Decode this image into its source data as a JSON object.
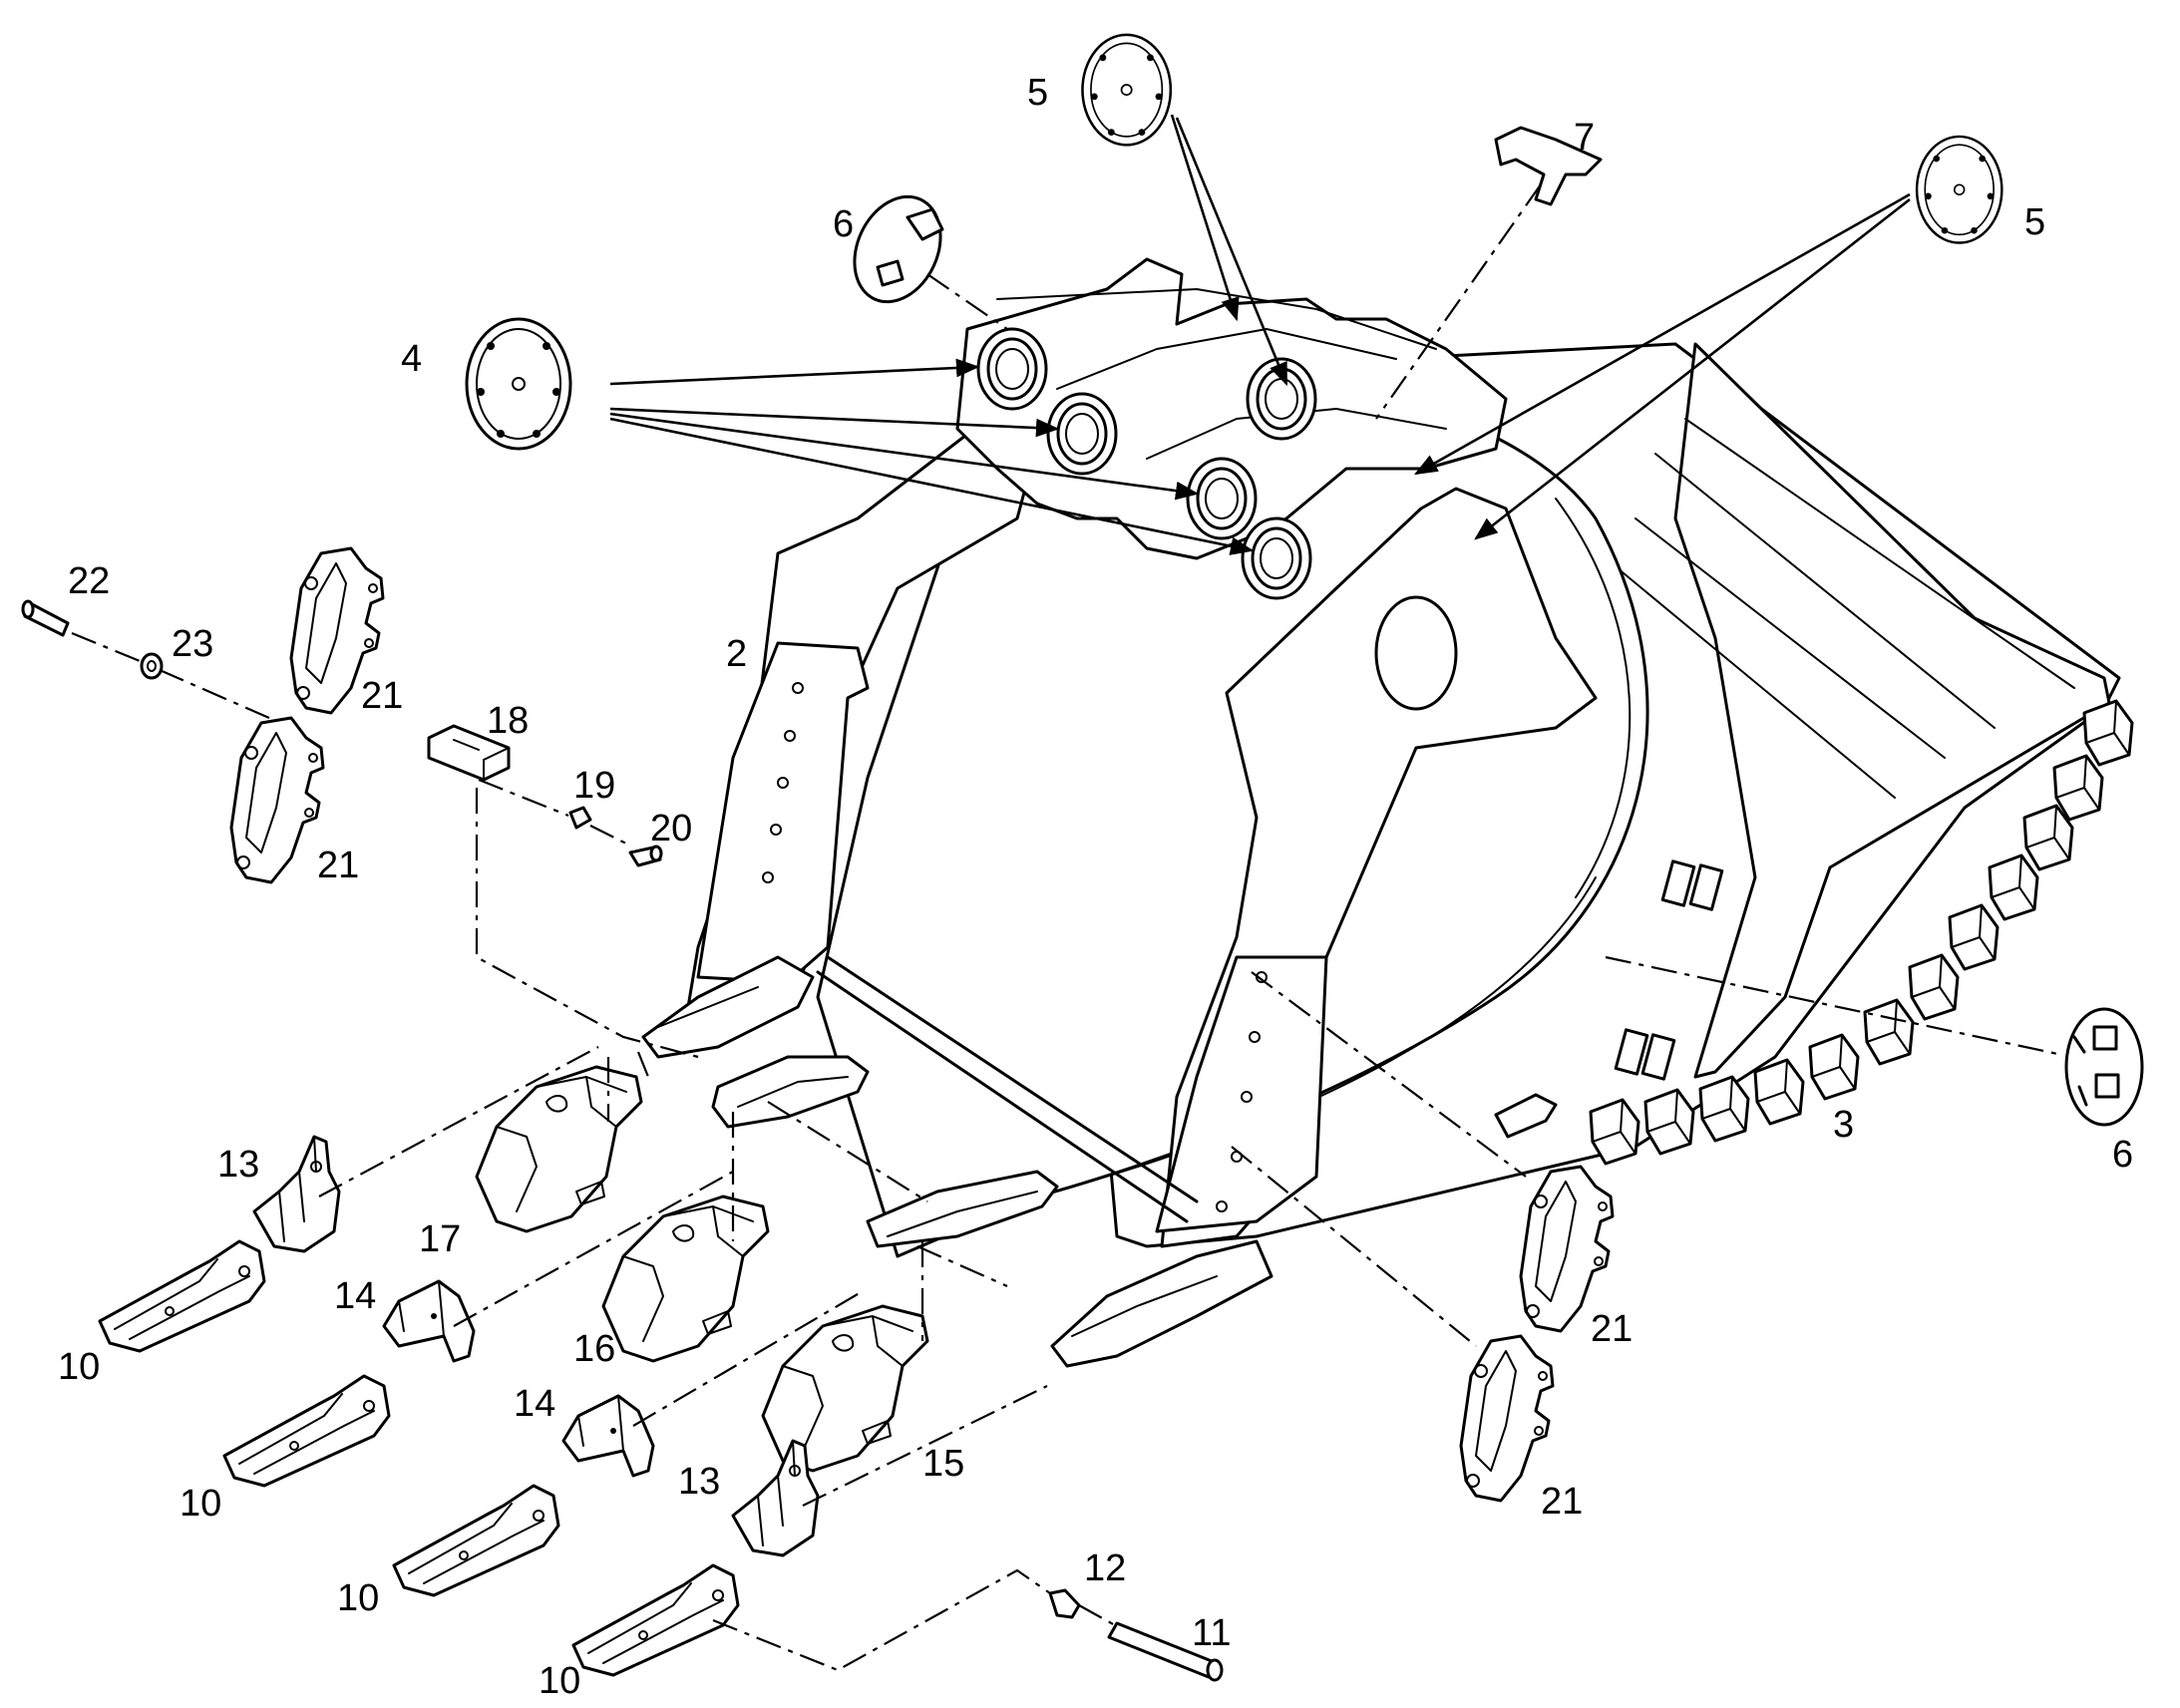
{
  "diagram": {
    "callouts": [
      {
        "id": "c-2",
        "label": "2"
      },
      {
        "id": "c-3",
        "label": "3"
      },
      {
        "id": "c-4",
        "label": "4"
      },
      {
        "id": "c-5a",
        "label": "5"
      },
      {
        "id": "c-5b",
        "label": "5"
      },
      {
        "id": "c-6a",
        "label": "6"
      },
      {
        "id": "c-6b",
        "label": "6"
      },
      {
        "id": "c-7",
        "label": "7"
      },
      {
        "id": "c-10a",
        "label": "10"
      },
      {
        "id": "c-10b",
        "label": "10"
      },
      {
        "id": "c-10c",
        "label": "10"
      },
      {
        "id": "c-10d",
        "label": "10"
      },
      {
        "id": "c-11",
        "label": "11"
      },
      {
        "id": "c-12",
        "label": "12"
      },
      {
        "id": "c-13a",
        "label": "13"
      },
      {
        "id": "c-13b",
        "label": "13"
      },
      {
        "id": "c-14a",
        "label": "14"
      },
      {
        "id": "c-14b",
        "label": "14"
      },
      {
        "id": "c-15",
        "label": "15"
      },
      {
        "id": "c-16",
        "label": "16"
      },
      {
        "id": "c-17",
        "label": "17"
      },
      {
        "id": "c-18",
        "label": "18"
      },
      {
        "id": "c-19",
        "label": "19"
      },
      {
        "id": "c-20",
        "label": "20"
      },
      {
        "id": "c-21a",
        "label": "21"
      },
      {
        "id": "c-21b",
        "label": "21"
      },
      {
        "id": "c-21c",
        "label": "21"
      },
      {
        "id": "c-21d",
        "label": "21"
      },
      {
        "id": "c-22",
        "label": "22"
      },
      {
        "id": "c-23",
        "label": "23"
      }
    ]
  }
}
